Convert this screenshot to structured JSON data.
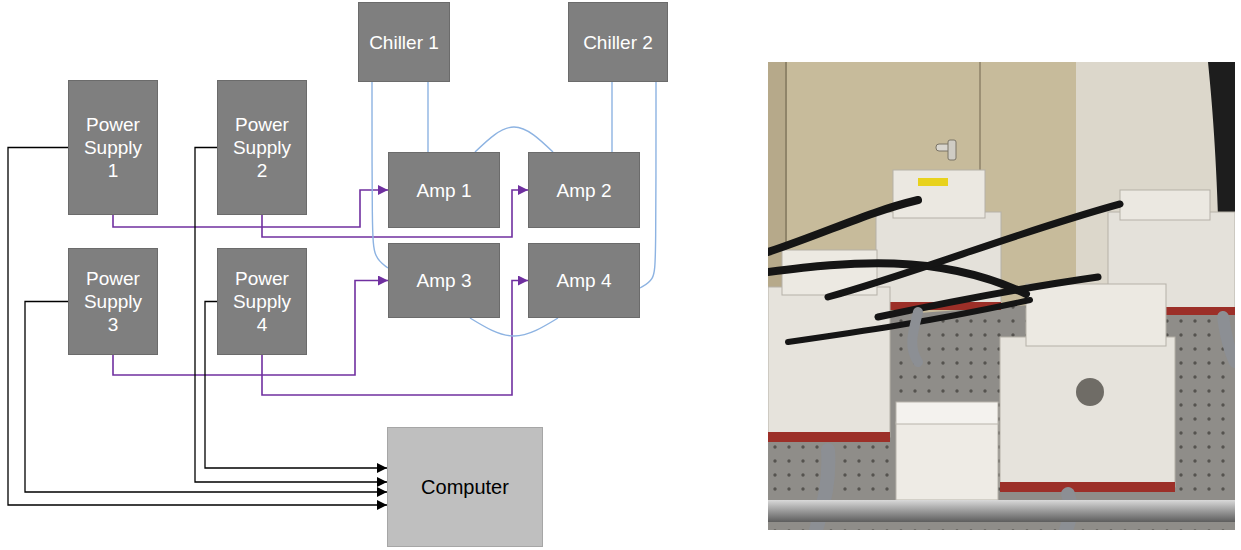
{
  "diagram": {
    "nodes": [
      {
        "text": [
          "Chiller 1"
        ]
      },
      {
        "text": [
          "Chiller 2"
        ]
      },
      {
        "text": [
          "Power Supply 1"
        ]
      },
      {
        "text": [
          "Power Supply 2"
        ]
      },
      {
        "text": [
          "Amp 1"
        ]
      },
      {
        "text": [
          "Amp 2"
        ]
      },
      {
        "text": [
          "Power Supply 3"
        ]
      },
      {
        "text": [
          "Power Supply 4"
        ]
      },
      {
        "text": [
          "Amp 3"
        ]
      },
      {
        "text": [
          "Amp 4"
        ]
      },
      {
        "text": [
          "Computer"
        ]
      }
    ],
    "edges": [
      {
        "from": 2,
        "to": 4,
        "arrow": "to"
      },
      {
        "from": 3,
        "to": 5,
        "arrow": "to"
      },
      {
        "from": 6,
        "to": 8,
        "arrow": "to"
      },
      {
        "from": 7,
        "to": 9,
        "arrow": "to"
      },
      {
        "from": 2,
        "to": 10,
        "arrow": "to"
      },
      {
        "from": 3,
        "to": 10,
        "arrow": "to"
      },
      {
        "from": 6,
        "to": 10,
        "arrow": "to"
      },
      {
        "from": 7,
        "to": 10,
        "arrow": "to"
      },
      {
        "from": 0,
        "to": 4,
        "arrow": "none"
      },
      {
        "from": 4,
        "to": 5,
        "arrow": "none"
      },
      {
        "from": 1,
        "to": 5,
        "arrow": "none"
      },
      {
        "from": 0,
        "to": 8,
        "arrow": "none"
      },
      {
        "from": 8,
        "to": 9,
        "arrow": "none"
      },
      {
        "from": 1,
        "to": 9,
        "arrow": "none"
      }
    ]
  }
}
